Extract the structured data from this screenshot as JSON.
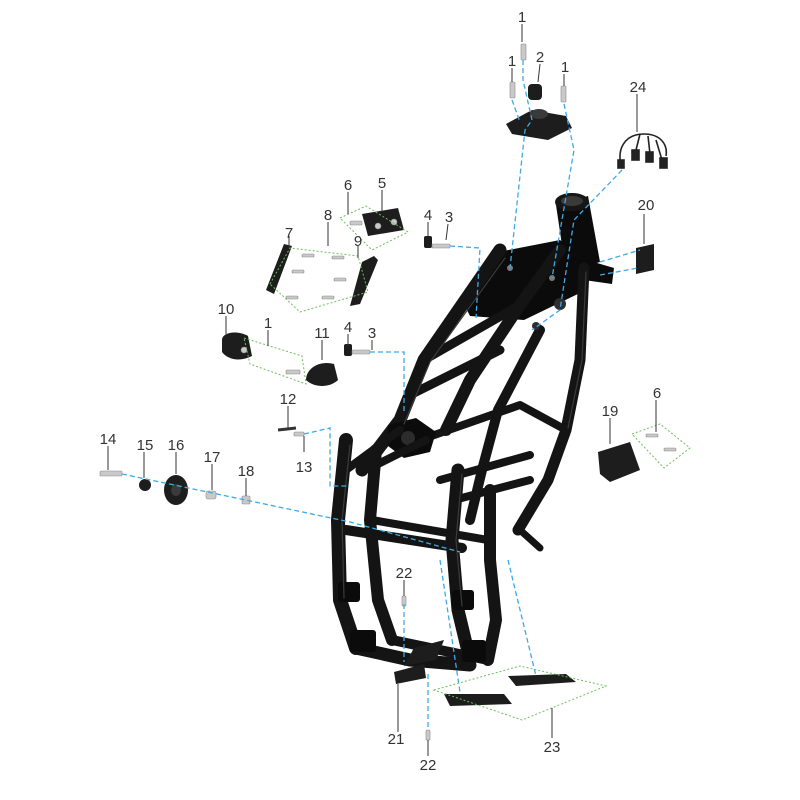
{
  "figure": {
    "callouts": [
      {
        "id": "c1a",
        "text": "1"
      },
      {
        "id": "c1b",
        "text": "1"
      },
      {
        "id": "c1c",
        "text": "1"
      },
      {
        "id": "c1d",
        "text": "1"
      },
      {
        "id": "c2",
        "text": "2"
      },
      {
        "id": "c3a",
        "text": "3"
      },
      {
        "id": "c3b",
        "text": "3"
      },
      {
        "id": "c4a",
        "text": "4"
      },
      {
        "id": "c4b",
        "text": "4"
      },
      {
        "id": "c5",
        "text": "5"
      },
      {
        "id": "c6a",
        "text": "6"
      },
      {
        "id": "c6b",
        "text": "6"
      },
      {
        "id": "c7",
        "text": "7"
      },
      {
        "id": "c8",
        "text": "8"
      },
      {
        "id": "c9",
        "text": "9"
      },
      {
        "id": "c10",
        "text": "10"
      },
      {
        "id": "c11",
        "text": "11"
      },
      {
        "id": "c12",
        "text": "12"
      },
      {
        "id": "c13",
        "text": "13"
      },
      {
        "id": "c14",
        "text": "14"
      },
      {
        "id": "c15",
        "text": "15"
      },
      {
        "id": "c16",
        "text": "16"
      },
      {
        "id": "c17",
        "text": "17"
      },
      {
        "id": "c18",
        "text": "18"
      },
      {
        "id": "c19",
        "text": "19"
      },
      {
        "id": "c20",
        "text": "20"
      },
      {
        "id": "c21",
        "text": "21"
      },
      {
        "id": "c22a",
        "text": "22"
      },
      {
        "id": "c22b",
        "text": "22"
      },
      {
        "id": "c23",
        "text": "23"
      },
      {
        "id": "c24",
        "text": "24"
      }
    ],
    "colors": {
      "frame": "#161616",
      "callout_text": "#333333",
      "assembly_line": "#3fa9e6",
      "group_outline": "#6cbf5a",
      "hardware": "#c9c9c9"
    }
  }
}
